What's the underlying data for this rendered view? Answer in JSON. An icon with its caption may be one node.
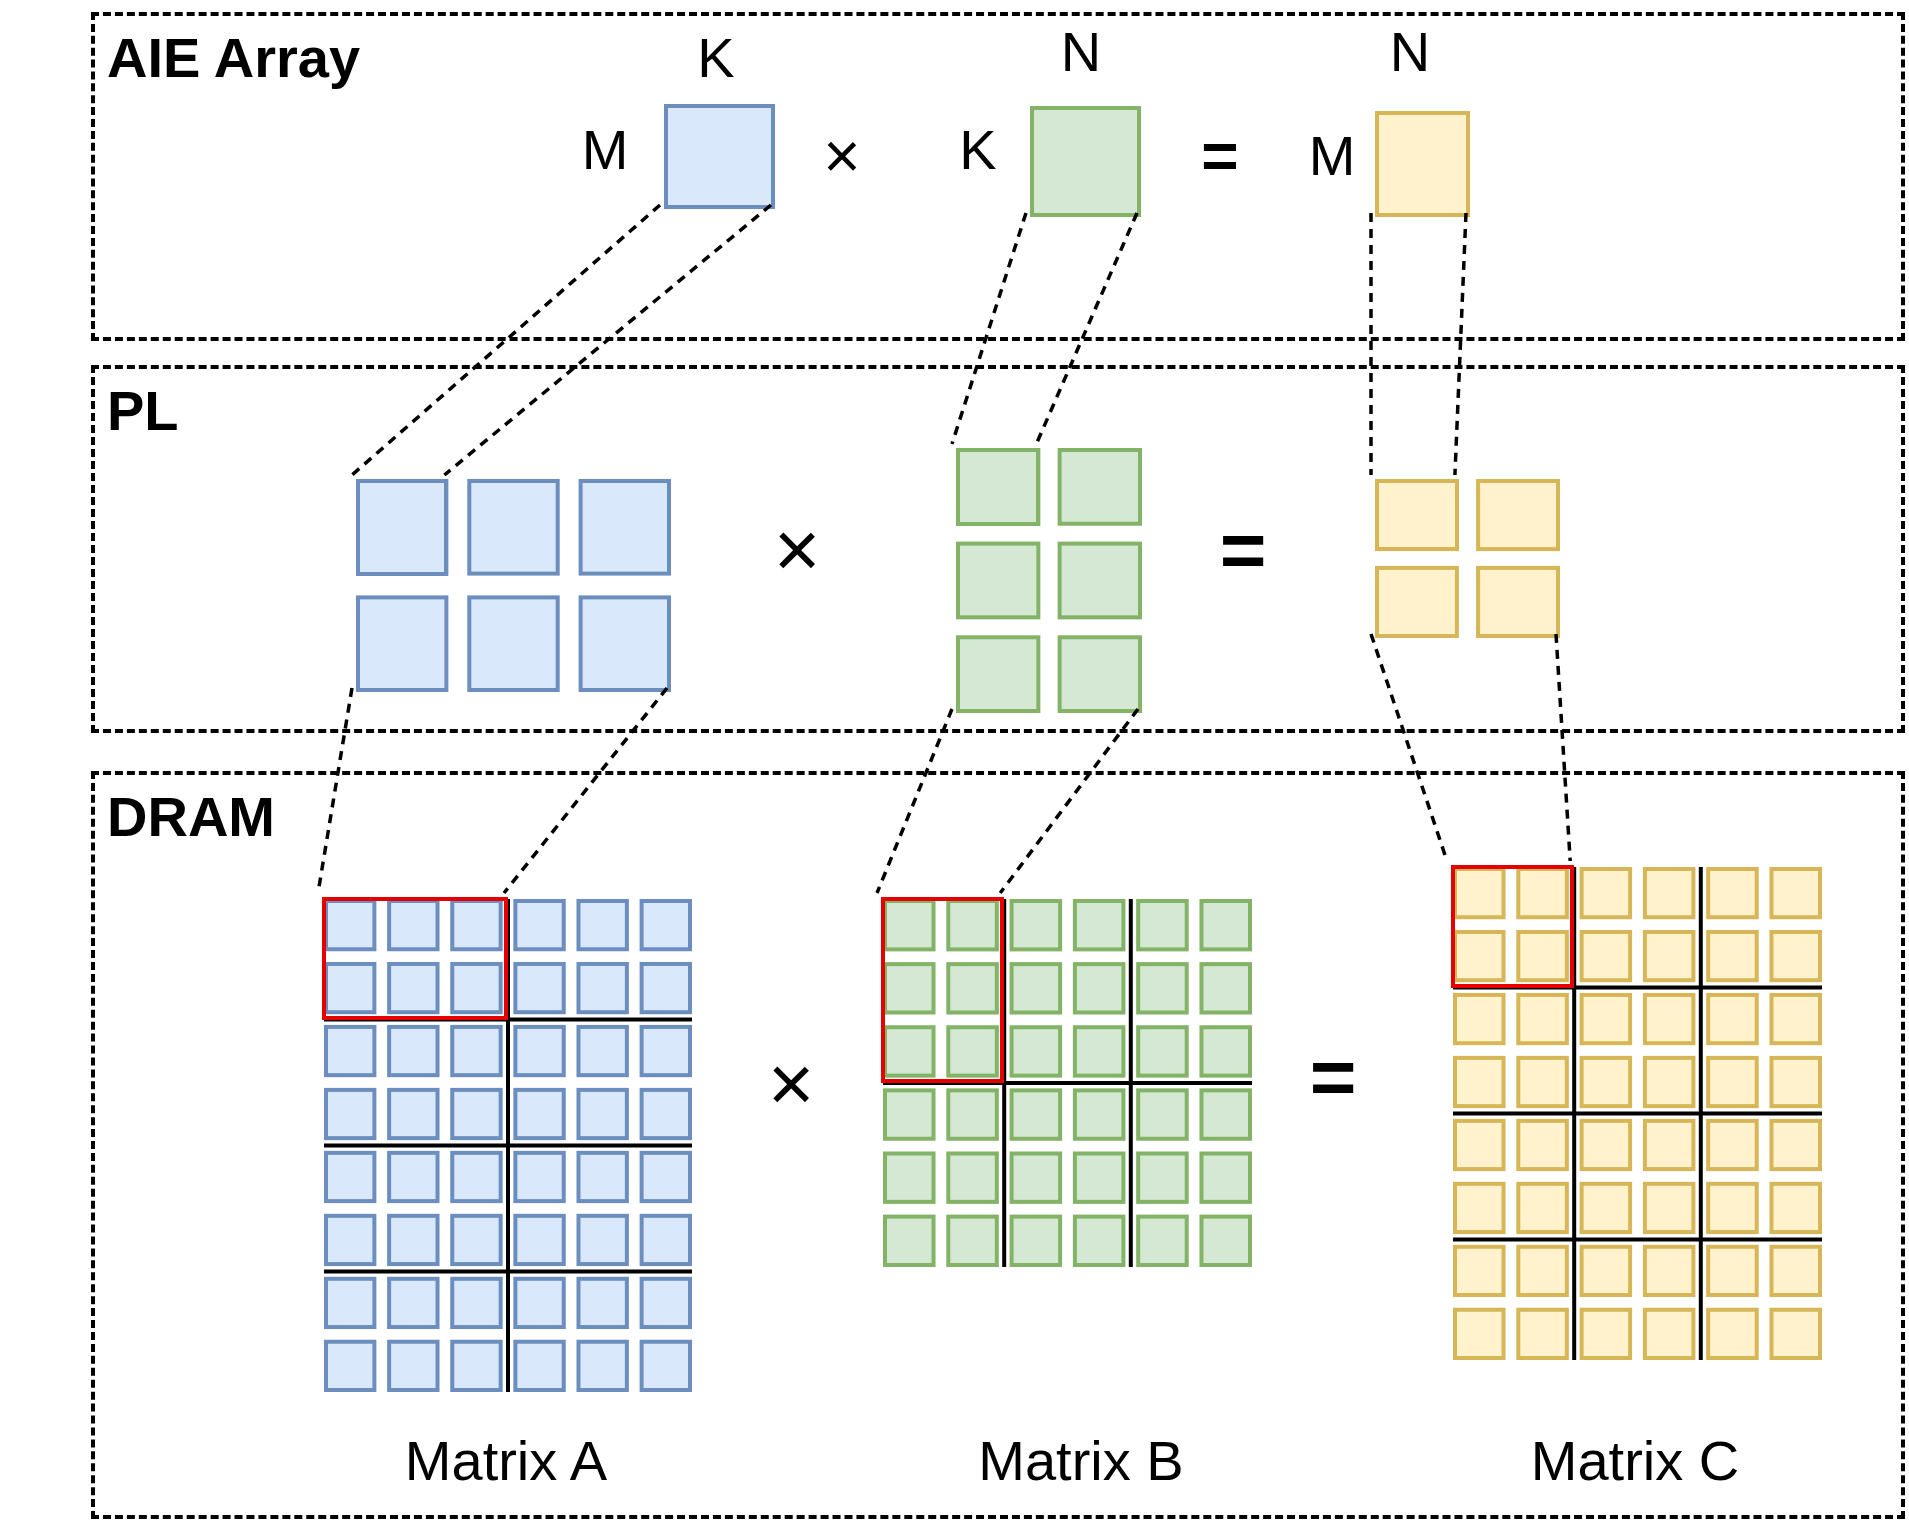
{
  "diagram": {
    "nodes": [
      {
        "text": [
          "AIE Array"
        ]
      },
      {
        "text": [
          "PL"
        ]
      },
      {
        "text": [
          "DRAM"
        ]
      },
      {
        "text": [],
        "shape": "box",
        "in": 0,
        "beside": [
          "K",
          "M"
        ]
      },
      {
        "text": [],
        "shape": "box",
        "in": 0,
        "beside": [
          "N",
          "K"
        ]
      },
      {
        "text": [],
        "shape": "box",
        "in": 0,
        "beside": [
          "N",
          "M"
        ]
      },
      {
        "text": [],
        "shape": "box",
        "in": 1
      },
      {
        "text": [],
        "shape": "box",
        "in": 6
      },
      {
        "text": [],
        "shape": "box",
        "in": 1
      },
      {
        "text": [],
        "shape": "box",
        "in": 8
      },
      {
        "text": [],
        "shape": "box",
        "in": 1
      },
      {
        "text": [],
        "shape": "box",
        "in": 10
      },
      {
        "text": [],
        "shape": "box",
        "in": 2,
        "beside": [
          "Matrix A"
        ]
      },
      {
        "text": [],
        "shape": "box",
        "in": 12
      },
      {
        "text": [],
        "shape": "box",
        "in": 2,
        "beside": [
          "Matrix B"
        ]
      },
      {
        "text": [],
        "shape": "box",
        "in": 14
      },
      {
        "text": [],
        "shape": "box",
        "in": 2,
        "beside": [
          "Matrix C"
        ]
      },
      {
        "text": [],
        "shape": "box",
        "in": 16
      }
    ],
    "edges": [
      {
        "from": 3,
        "to": 7,
        "arrow": "none",
        "style": "dashed"
      },
      {
        "from": 6,
        "to": 13,
        "arrow": "none",
        "style": "dashed"
      },
      {
        "from": 4,
        "to": 9,
        "arrow": "none",
        "style": "dashed"
      },
      {
        "from": 8,
        "to": 15,
        "arrow": "none",
        "style": "dashed"
      },
      {
        "from": 5,
        "to": 11,
        "arrow": "none",
        "style": "dashed"
      },
      {
        "from": 10,
        "to": 17,
        "arrow": "none",
        "style": "dashed"
      }
    ],
    "labels": [
      "×",
      "=",
      "×",
      "=",
      "×",
      "="
    ]
  }
}
